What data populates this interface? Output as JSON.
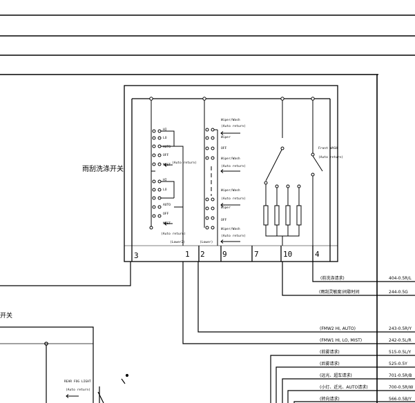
{
  "switch_title": "雨刮洗涤开关",
  "bottom_left_title": "开关",
  "pins": [
    "3",
    "1",
    "2",
    "9",
    "7",
    "10",
    "4"
  ],
  "low_labels": {
    "left": "(Lower2)",
    "mid": "(Lower)"
  },
  "left_bank": [
    "HI",
    "LO",
    "AUTO",
    "OFF",
    "MIST",
    "(Auto return)",
    "HI",
    "LO",
    "AUTO",
    "OFF",
    "MIST",
    "(Auto return)"
  ],
  "mid_bank": [
    "Wiper/Wash",
    "(Auto return)",
    "Wiper",
    "OFF",
    "Wiper/Wash",
    "(Auto return)",
    "Wiper/Wash",
    "(Auto return)",
    "Wiper",
    "OFF",
    "Wiper/Wash",
    "(Auto return)"
  ],
  "right_bank": [
    "Front WASH",
    "(Auto return)"
  ],
  "rear_fog": [
    "REAR FOG LIGHT",
    "(Auto return)"
  ],
  "wires": [
    {
      "label": "(前洗涤请求)",
      "code": "404-0.5R/L"
    },
    {
      "label": "(雨刮灵敏度)间歇时间",
      "code": "244-0.5G"
    },
    {
      "label": "(FMW2 HI, AUTO)",
      "code": "243-0.5R/Y"
    },
    {
      "label": "(FMW1 HI, LO, MIST)",
      "code": "242-0.5L/R"
    },
    {
      "label": "(前雾请求)",
      "code": "515-0.5L/Y"
    },
    {
      "label": "(后雾请求)",
      "code": "525-0.5Y"
    },
    {
      "label": "(远光、超车请求)",
      "code": "701-0.5R/B"
    },
    {
      "label": "(小灯、近光、AUTO请求)",
      "code": "700-0.5R/W"
    },
    {
      "label": "(转向请求)",
      "code": "566-0.5B/Y"
    }
  ]
}
